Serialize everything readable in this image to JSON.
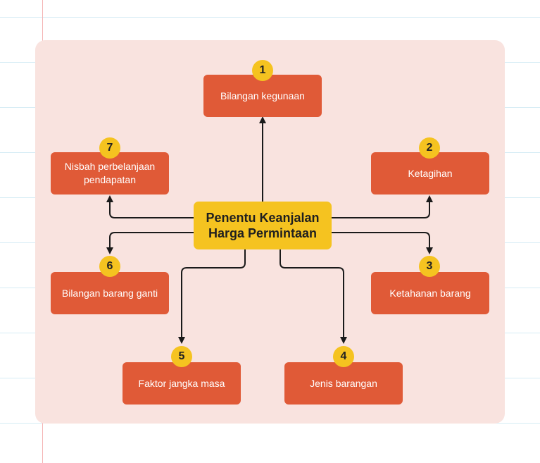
{
  "diagram": {
    "center": "Penentu Keanjalan Harga Permintaan",
    "nodes": [
      {
        "number": "1",
        "label": "Bilangan kegunaan"
      },
      {
        "number": "2",
        "label": "Ketagihan"
      },
      {
        "number": "3",
        "label": "Ketahanan barang"
      },
      {
        "number": "4",
        "label": "Jenis barangan"
      },
      {
        "number": "5",
        "label": "Faktor jangka masa"
      },
      {
        "number": "6",
        "label": "Bilangan barang ganti"
      },
      {
        "number": "7",
        "label": "Nisbah perbelanjaan pendapatan"
      }
    ]
  },
  "colors": {
    "panel": "#f9e3df",
    "node": "#e05a37",
    "center": "#f5c320",
    "badge": "#f5c320",
    "connector": "#1a1a1a"
  }
}
